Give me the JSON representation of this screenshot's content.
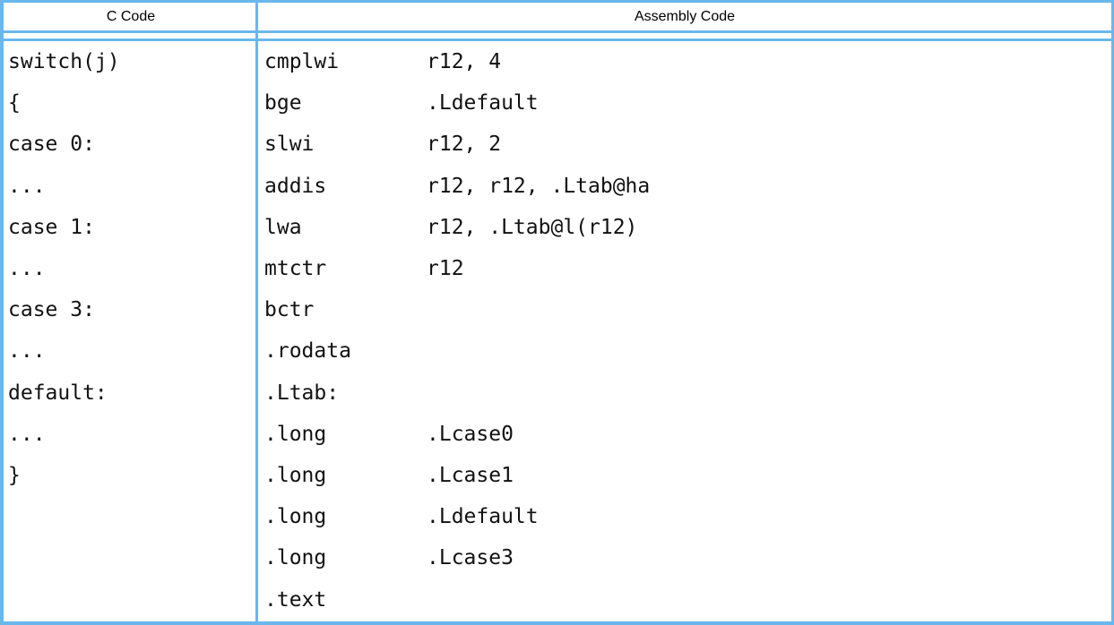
{
  "table": {
    "headers": {
      "c_code": "C Code",
      "assembly": "Assembly Code"
    }
  },
  "c_code": {
    "lines": [
      "switch(j)",
      "{",
      "case 0:",
      "...",
      "case 1:",
      "...",
      "case 3:",
      "...",
      "default:",
      "...",
      "}"
    ]
  },
  "assembly": {
    "lines": [
      {
        "mnemonic": "cmplwi",
        "operands": "r12, 4"
      },
      {
        "mnemonic": "bge",
        "operands": ".Ldefault"
      },
      {
        "mnemonic": "slwi",
        "operands": "r12, 2"
      },
      {
        "mnemonic": "addis",
        "operands": "r12, r12, .Ltab@ha"
      },
      {
        "mnemonic": "lwa",
        "operands": "r12, .Ltab@l(r12)"
      },
      {
        "mnemonic": "mtctr",
        "operands": "r12"
      },
      {
        "mnemonic": "bctr",
        "operands": ""
      },
      {
        "mnemonic": ".rodata",
        "operands": ""
      },
      {
        "mnemonic": ".Ltab:",
        "operands": ""
      },
      {
        "mnemonic": ".long",
        "operands": ".Lcase0"
      },
      {
        "mnemonic": ".long",
        "operands": ".Lcase1"
      },
      {
        "mnemonic": ".long",
        "operands": ".Ldefault"
      },
      {
        "mnemonic": ".long",
        "operands": ".Lcase3"
      },
      {
        "mnemonic": ".text",
        "operands": ""
      }
    ]
  },
  "colors": {
    "border": "#6ab7ec",
    "text": "#111111",
    "header_text": "#000000",
    "background": "#ffffff"
  }
}
